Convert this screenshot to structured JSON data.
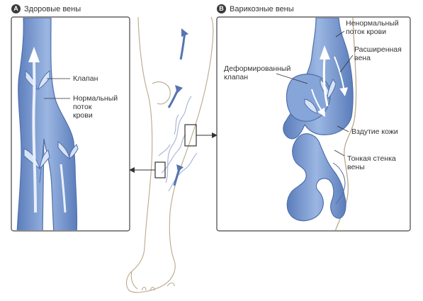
{
  "panel_a": {
    "badge": "A",
    "title": "Здоровые вены",
    "labels": {
      "valve": "Клапан",
      "normal_flow": "Нормальный\nпоток\nкрови"
    }
  },
  "panel_b": {
    "badge": "B",
    "title": "Варикозные вены",
    "labels": {
      "abnormal_flow": "Ненормальный\nпоток крови",
      "dilated_vein": "Расширенная\nвена",
      "deformed_valve": "Деформированный\nклапан",
      "skin_bulge": "Вздутие кожи",
      "thin_wall": "Тонкая стенка\nвены"
    }
  },
  "colors": {
    "vein_fill": "#7f9ed4",
    "vein_dark": "#4f6faa",
    "vein_light": "#c9d9f2",
    "skin_line": "#b9a98a",
    "panel_border": "#444444"
  }
}
